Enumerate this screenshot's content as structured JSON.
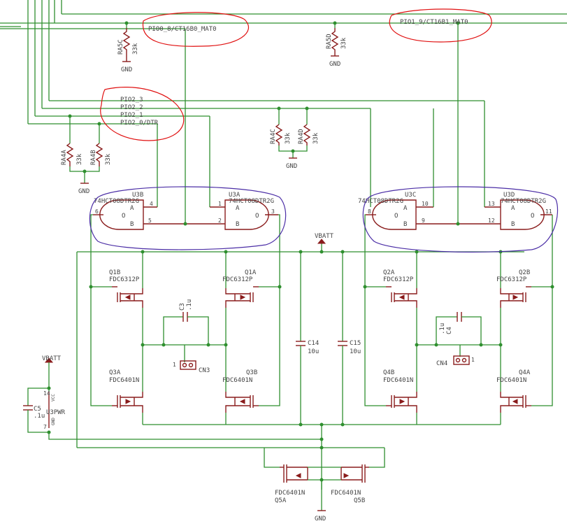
{
  "nets": {
    "pio0_8": "PIO0_8/CT16B0_MAT0",
    "pio1_9": "PIO1_9/CT16B1_MAT0",
    "pio2_3": "PIO2_3",
    "pio2_2": "PIO2_2",
    "pio2_1": "PIO2_1",
    "pio2_0": "PIO2_0/DTR",
    "gnd": "GND",
    "vbatt": "VBATT"
  },
  "resistors": {
    "ra5c": {
      "name": "RA5C",
      "value": "33k"
    },
    "ra5d": {
      "name": "RA5D",
      "value": "33k"
    },
    "ra4a": {
      "name": "RA4A",
      "value": "33k"
    },
    "ra4b": {
      "name": "RA4B",
      "value": "33k"
    },
    "ra4c": {
      "name": "RA4C",
      "value": "33k"
    },
    "ra4d": {
      "name": "RA4D",
      "value": "33k"
    }
  },
  "gates": {
    "u3b": {
      "name": "U3B",
      "part": "74HCT08DTR2G",
      "pins": [
        "6",
        "4",
        "5"
      ]
    },
    "u3a": {
      "name": "U3A",
      "part": "74HCT08DTR2G",
      "pins": [
        "1",
        "2",
        "3"
      ]
    },
    "u3c": {
      "name": "U3C",
      "part": "74HCT08DTR2G",
      "pins": [
        "8",
        "10",
        "9"
      ]
    },
    "u3d": {
      "name": "U3D",
      "part": "74HCT08DTR2G",
      "pins": [
        "13",
        "12",
        "11"
      ]
    },
    "pin_a": "A",
    "pin_b": "B",
    "pin_o": "O"
  },
  "mosfets": {
    "q1b": {
      "name": "Q1B",
      "part": "FDC6312P"
    },
    "q1a": {
      "name": "Q1A",
      "part": "FDC6312P"
    },
    "q2a": {
      "name": "Q2A",
      "part": "FDC6312P"
    },
    "q2b": {
      "name": "Q2B",
      "part": "FDC6312P"
    },
    "q3a": {
      "name": "Q3A",
      "part": "FDC6401N"
    },
    "q3b": {
      "name": "Q3B",
      "part": "FDC6401N"
    },
    "q4b": {
      "name": "Q4B",
      "part": "FDC6401N"
    },
    "q4a": {
      "name": "Q4A",
      "part": "FDC6401N"
    },
    "q5a": {
      "name": "Q5A",
      "part": "FDC6401N"
    },
    "q5b": {
      "name": "Q5B",
      "part": "FDC6401N"
    }
  },
  "capacitors": {
    "c3": {
      "name": "C3",
      "value": ".1u"
    },
    "c4": {
      "name": "C4",
      "value": ".1u"
    },
    "c5": {
      "name": "C5",
      "value": ".1u"
    },
    "c14": {
      "name": "C14",
      "value": "10u"
    },
    "c15": {
      "name": "C15",
      "value": "10u"
    }
  },
  "connectors": {
    "cn3": "CN3",
    "cn4": "CN4",
    "pin1": "1"
  },
  "power_unit": {
    "name": "U3PWR",
    "vcc": "VCC",
    "gnd": "GND",
    "pin14": "14",
    "pin7": "7"
  },
  "colors": {
    "wire": "#2f8f2f",
    "part": "#8a1c1c",
    "annotation_red": "#e01010",
    "annotation_purple": "#4b2ea6"
  }
}
